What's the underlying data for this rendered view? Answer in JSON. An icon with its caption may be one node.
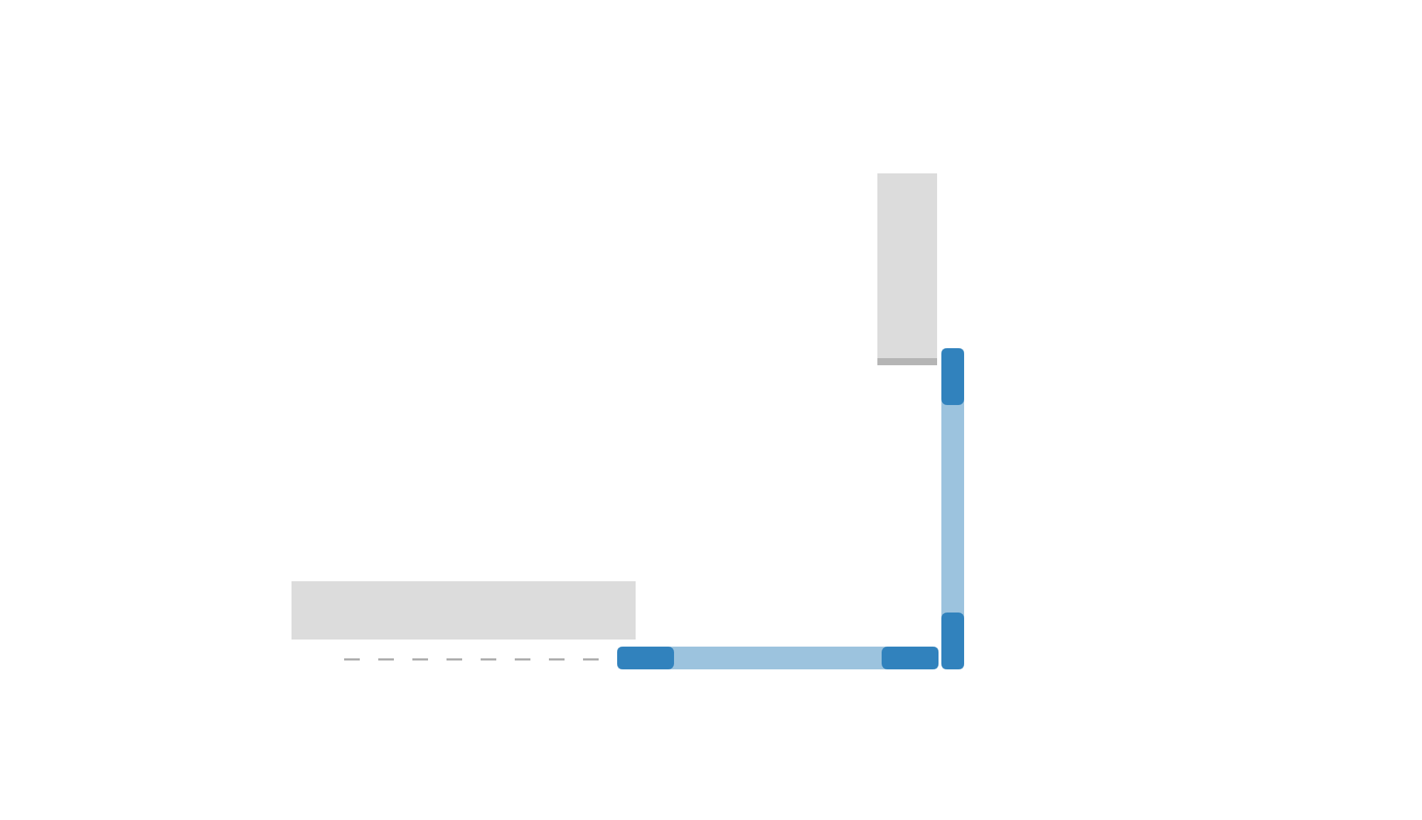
{
  "diagram": {
    "nodes": [
      {
        "text": [],
        "shape": "box"
      },
      {
        "text": [],
        "shape": "box"
      },
      {
        "text": [],
        "shape": "bar"
      },
      {
        "text": [],
        "shape": "bar"
      }
    ]
  }
}
